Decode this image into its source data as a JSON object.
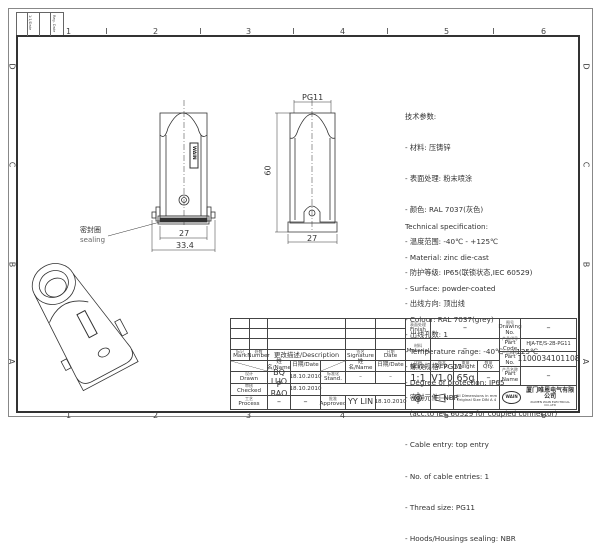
{
  "frame": {
    "columns": [
      "1",
      "2",
      "3",
      "4",
      "5",
      "6"
    ],
    "rows": [
      "D",
      "C",
      "B",
      "A"
    ],
    "corner_tab": {
      "label_1": "1:1/Date",
      "label_2": "Reg. Date"
    }
  },
  "views": {
    "front": {
      "dim_inner": "27",
      "dim_outer": "33.4",
      "logo": "WAIN"
    },
    "side": {
      "dim_top": "PG11",
      "dim_height": "60",
      "dim_bottom": "27"
    },
    "callout": {
      "label_cn": "密封圈",
      "label_en": "sealing"
    }
  },
  "spec_cn": {
    "title": "技术参数:",
    "items": [
      "- 材料: 压铸锌",
      "- 表面处理: 粉末喷涂",
      "- 颜色: RAL 7037(灰色)",
      "- 温度范围: -40℃ - +125℃",
      "- 防护等级: IP65(联锁状态,IEC 60529)",
      "- 出线方向: 顶出线",
      "- 出线孔数: 1",
      "- 螺纹规格: PG11",
      "- 密封元件: NBR"
    ]
  },
  "spec_en": {
    "title": "Technical specification:",
    "items": [
      "- Material: zinc die-cast",
      "- Surface: powder-coated",
      "- Colour: RAL 7037(grey)",
      "- Temperature range: -40℃ - +125℃",
      "- Degree of protection: IP65",
      "  (acc.to IEC 60529 for coupled connector)",
      "- Cable entry: top entry",
      "- No. of cable entries: 1",
      "- Thread size: PG11",
      "- Hoods/Housings sealing: NBR"
    ]
  },
  "title_block": {
    "mark": {
      "cn": "标记",
      "en": "Mark"
    },
    "number": {
      "cn": "处数",
      "en": "Number"
    },
    "description": "更改描述/Description",
    "signature": {
      "cn": "签名",
      "en": "Signature"
    },
    "date": {
      "cn": "日期",
      "en": "Date"
    },
    "name_hdr": "姓名/Name",
    "date_hdr": "日期/Date",
    "drawn": {
      "cn": "设计",
      "en": "Drawn",
      "name": "BQ  LUO",
      "date": "18.10.2010"
    },
    "checked": {
      "cn": "审核",
      "en": "Checked",
      "name": "P  RAO",
      "date": "18.10.2010"
    },
    "process": {
      "cn": "工艺",
      "en": "Process",
      "name": "–",
      "date": "–"
    },
    "stand": {
      "cn": "标准化",
      "en": "Stand.",
      "name": "–",
      "date": "–"
    },
    "approved": {
      "cn": "批准",
      "en": "Approved",
      "name": "YY  LIN",
      "date": "18.10.2010"
    },
    "finish": {
      "cn": "表面处理",
      "en": "Finish",
      "value": "–"
    },
    "material": {
      "cn": "材料",
      "en": "Material",
      "value": "–"
    },
    "scale": {
      "cn": "比例",
      "en": "Scale",
      "value": "1:1"
    },
    "rev": {
      "cn": "版本",
      "en": "REV.",
      "value": "V1.0"
    },
    "weight": {
      "cn": "重量",
      "en": "Weight",
      "value": "65g"
    },
    "qty": {
      "cn": "数量",
      "en": "Qty.",
      "value": "–"
    },
    "drawing_no": {
      "cn": "图号",
      "en": "Drawing No.",
      "value": "–"
    },
    "part_code": {
      "cn": "产品代号",
      "en": "Part Code",
      "value": "HJA-TE/S-2B-PG11"
    },
    "part_no": {
      "cn": "产品料号",
      "en": "Part No.",
      "value": "1100034101108"
    },
    "part_name": {
      "cn": "产品名称",
      "en": "Part Name",
      "value": "–"
    },
    "dimensions_note_1": "All Dimensions in mm",
    "dimensions_note_2": "Original Size DIN A 4",
    "company_logo": "WAIN",
    "company_cn": "厦门唯恩电气有限公司",
    "company_en": "XIAMEN WAIN ELECTRICAL CO.,LTD"
  }
}
